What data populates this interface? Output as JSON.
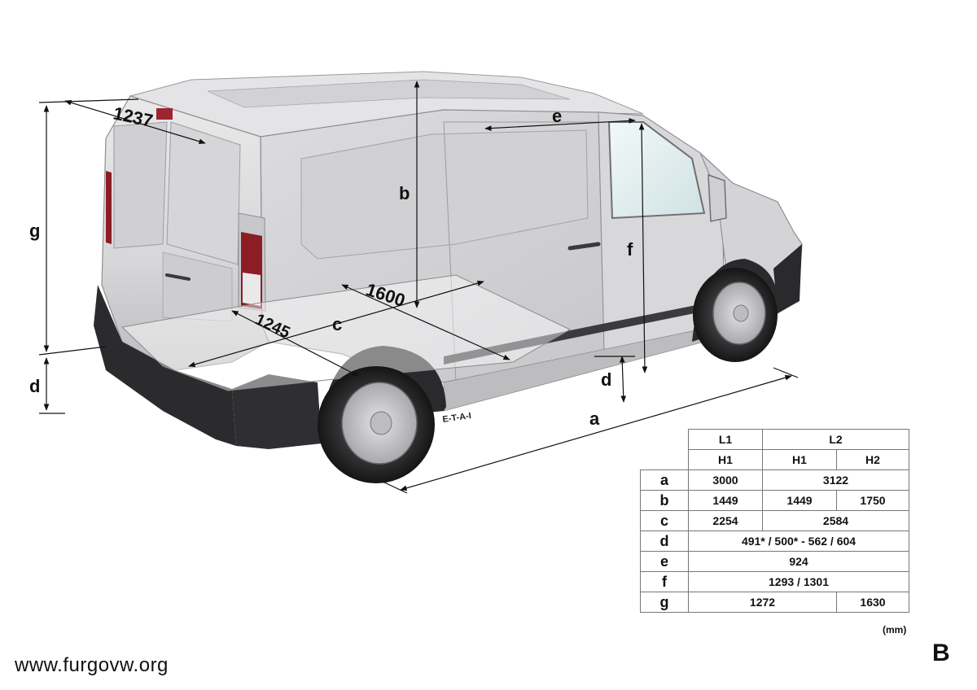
{
  "diagram": {
    "labels": {
      "g": "g",
      "d_left": "d",
      "d_right": "d",
      "b": "b",
      "c": "c",
      "e": "e",
      "f": "f",
      "a": "a",
      "width_top": "1237",
      "length_floor": "1600",
      "width_floor": "1245"
    },
    "brand_mark": "E-T-A-I"
  },
  "table": {
    "header": {
      "l1": "L1",
      "l2": "L2",
      "h1a": "H1",
      "h1b": "H1",
      "h2": "H2"
    },
    "rows": {
      "a": {
        "label": "a",
        "l1": "3000",
        "l2": "3122"
      },
      "b": {
        "label": "b",
        "l1": "1449",
        "l2h1": "1449",
        "l2h2": "1750"
      },
      "c": {
        "label": "c",
        "l1": "2254",
        "l2": "2584"
      },
      "d": {
        "label": "d",
        "all": "491* / 500* -  562 / 604"
      },
      "e": {
        "label": "e",
        "all": "924"
      },
      "f": {
        "label": "f",
        "all": "1293 / 1301"
      },
      "g": {
        "label": "g",
        "l1l2h1": "1272",
        "h2": "1630"
      }
    },
    "unit": "(mm)"
  },
  "footer": {
    "watermark": "www.furgovw.org",
    "figure_letter": "B"
  }
}
